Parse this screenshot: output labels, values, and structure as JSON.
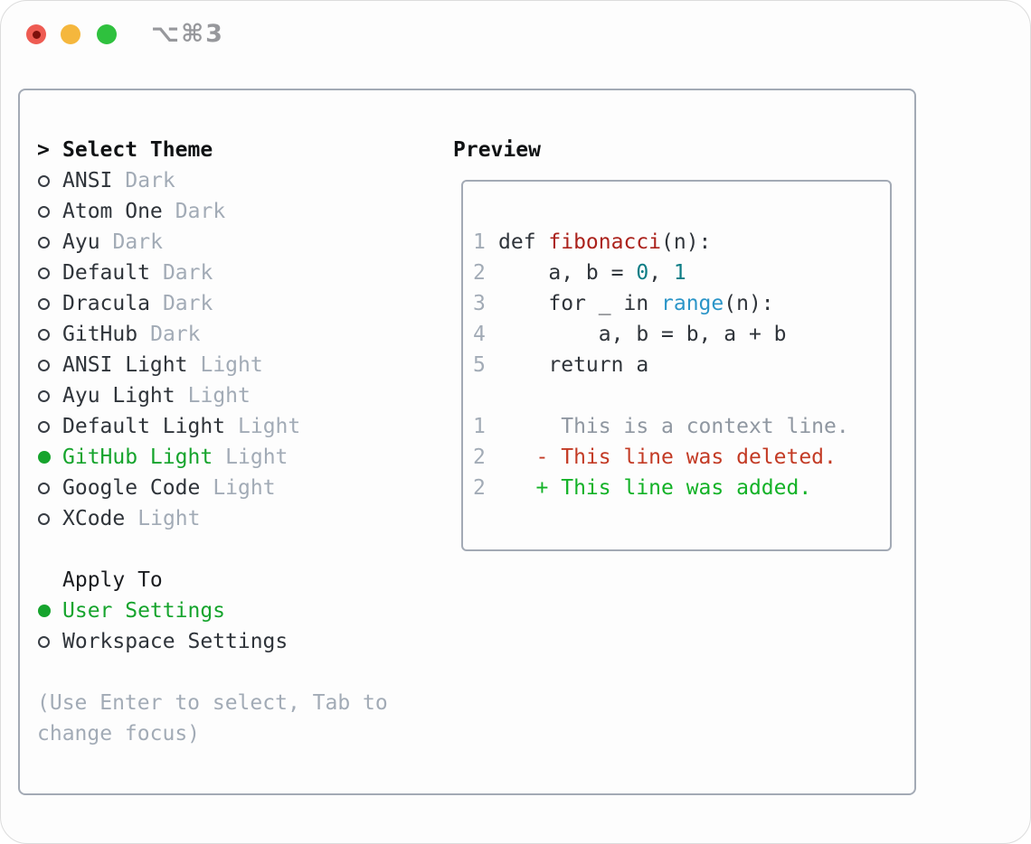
{
  "window": {
    "title": "⌥⌘3"
  },
  "colors": {
    "selection_green": "#16a42d",
    "diff_added_green": "#13b227",
    "diff_deleted_red": "#c33b25",
    "code_function_red": "#ab221c",
    "code_number_teal": "#0d7d85",
    "code_builtin_blue": "#2b95c8",
    "muted_gray": "#a2abb6",
    "panel_border": "#a3aab5",
    "traffic_red": "#ee5b52",
    "traffic_yellow": "#f5b73d",
    "traffic_green": "#2fc13e"
  },
  "theme_panel": {
    "cursor": ">",
    "header": "Select Theme",
    "themes": [
      {
        "name": "ANSI",
        "variant": "Dark",
        "selected": false
      },
      {
        "name": "Atom One",
        "variant": "Dark",
        "selected": false
      },
      {
        "name": "Ayu",
        "variant": "Dark",
        "selected": false
      },
      {
        "name": "Default",
        "variant": "Dark",
        "selected": false
      },
      {
        "name": "Dracula",
        "variant": "Dark",
        "selected": false
      },
      {
        "name": "GitHub",
        "variant": "Dark",
        "selected": false
      },
      {
        "name": "ANSI Light",
        "variant": "Light",
        "selected": false
      },
      {
        "name": "Ayu Light",
        "variant": "Light",
        "selected": false
      },
      {
        "name": "Default Light",
        "variant": "Light",
        "selected": false
      },
      {
        "name": "GitHub Light",
        "variant": "Light",
        "selected": true
      },
      {
        "name": "Google Code",
        "variant": "Light",
        "selected": false
      },
      {
        "name": "XCode",
        "variant": "Light",
        "selected": false
      }
    ]
  },
  "preview": {
    "header": "Preview",
    "code": {
      "line1": {
        "num": "1",
        "kw": "def ",
        "fn": "fibonacci",
        "rest": "(n):"
      },
      "line2": {
        "num": "2",
        "pre": "    a, b = ",
        "num1": "0",
        "mid": ", ",
        "num2": "1"
      },
      "line3": {
        "num": "3",
        "pre": "    for _ in ",
        "builtin": "range",
        "rest": "(n):"
      },
      "line4": {
        "num": "4",
        "text": "        a, b = b, a + b"
      },
      "line5": {
        "num": "5",
        "text": "    return a"
      }
    },
    "diff": {
      "context": {
        "num": "1",
        "text": "     This is a context line."
      },
      "deleted": {
        "num": "2",
        "text": "   - This line was deleted."
      },
      "added": {
        "num": "2",
        "text": "   + This line was added."
      }
    }
  },
  "apply_to": {
    "header": "Apply To",
    "options": [
      {
        "label": "User Settings",
        "selected": true
      },
      {
        "label": "Workspace Settings",
        "selected": false
      }
    ]
  },
  "help": {
    "line1": "(Use Enter to select, Tab to",
    "line2": "change focus)"
  }
}
